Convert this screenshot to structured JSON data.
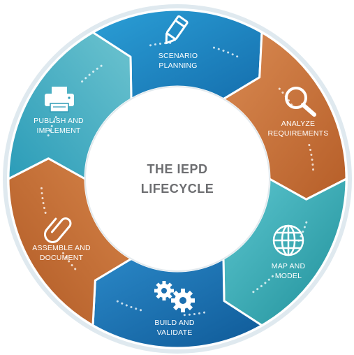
{
  "center": {
    "line1": "THE IEPD",
    "line2": "LIFECYCLE"
  },
  "segments": [
    {
      "line1": "SCENARIO",
      "line2": "PLANNING",
      "icon": "pencil-icon",
      "color": "#1f8ec7"
    },
    {
      "line1": "ANALYZE",
      "line2": "REQUIREMENTS",
      "icon": "magnifier-icon",
      "color": "#c8713a"
    },
    {
      "line1": "MAP AND",
      "line2": "MODEL",
      "icon": "globe-icon",
      "color": "#2aa3ad"
    },
    {
      "line1": "BUILD AND",
      "line2": "VALIDATE",
      "icon": "gears-icon",
      "color": "#1b6fb0"
    },
    {
      "line1": "ASSEMBLE AND",
      "line2": "DOCUMENT",
      "icon": "paperclip-icon",
      "color": "#bf6a33"
    },
    {
      "line1": "PUBLISH AND",
      "line2": "IMPLEMENT",
      "icon": "printer-icon",
      "color": "#2f9bb6"
    }
  ],
  "colors": {
    "ring_border": "#dfe9ef",
    "center_fill": "#ffffff",
    "center_text": "#6d6e71"
  }
}
